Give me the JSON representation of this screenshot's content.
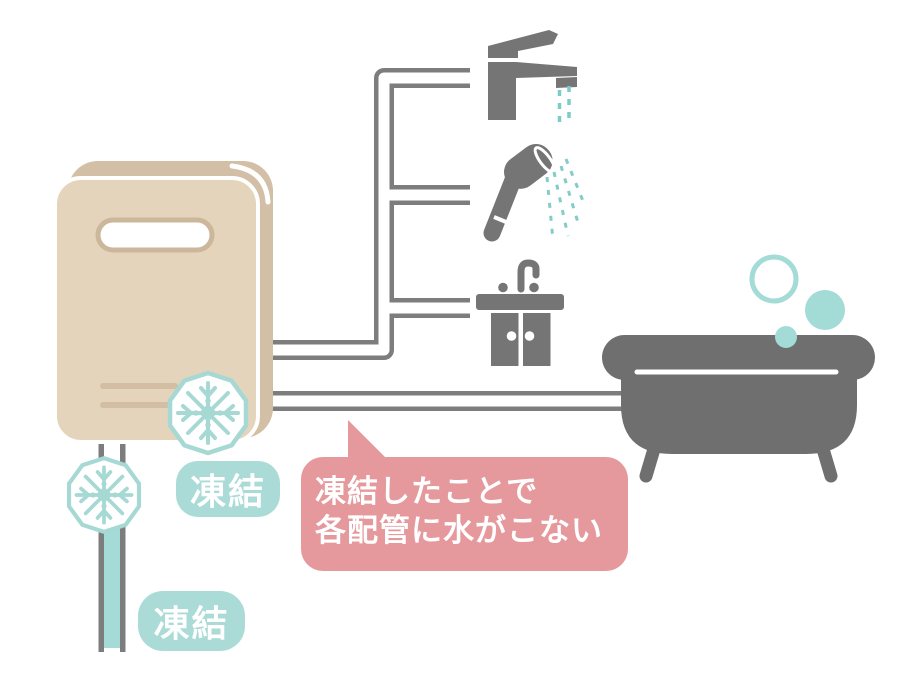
{
  "callout": {
    "line1": "凍結したことで",
    "line2": "各配管に水がこない"
  },
  "freeze_labels": {
    "heater_outlet": "凍結",
    "supply_pipe": "凍結"
  },
  "icons": {
    "water_heater": "tankless-water-heater",
    "faucet": "single-lever-faucet-with-drips",
    "shower": "hand-shower-spraying",
    "sink": "vanity-sink-cabinet",
    "bathtub": "bathtub-with-soap-bubbles",
    "snowflake_badge": "snowflake-in-decagon",
    "frozen_pipe": "teal-filled-pipe"
  },
  "colors": {
    "pipe_gray": "#7d7d7d",
    "fixture_gray": "#757575",
    "tub_gray": "#6f6f6f",
    "heater_back": "#d3bfa5",
    "heater_front": "#e5d4bc",
    "heater_detail": "#ccb79b",
    "teal_outline": "#a6d8d4",
    "frozen_fill": "#a5dbd7",
    "water_drop": "#7fcbc7",
    "label_bg": "#abdbd6",
    "callout_bg": "#e5999c",
    "label_text": "#ffffff"
  }
}
